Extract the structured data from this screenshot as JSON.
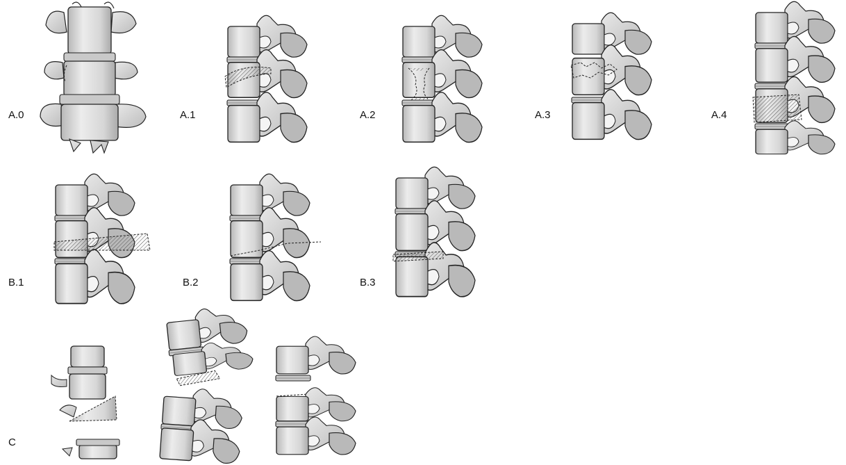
{
  "labels": {
    "a0": "A.0",
    "a1": "A.1",
    "a2": "A.2",
    "a3": "A.3",
    "a4": "A.4",
    "b1": "B.1",
    "b2": "B.2",
    "b3": "B.3",
    "c": "C"
  },
  "colors": {
    "bone_fill": "#dcdcdc",
    "bone_light": "#eeeeee",
    "bone_shadow": "#b4b4b4",
    "outline": "#222222",
    "fracture_hatch": "#555555"
  }
}
